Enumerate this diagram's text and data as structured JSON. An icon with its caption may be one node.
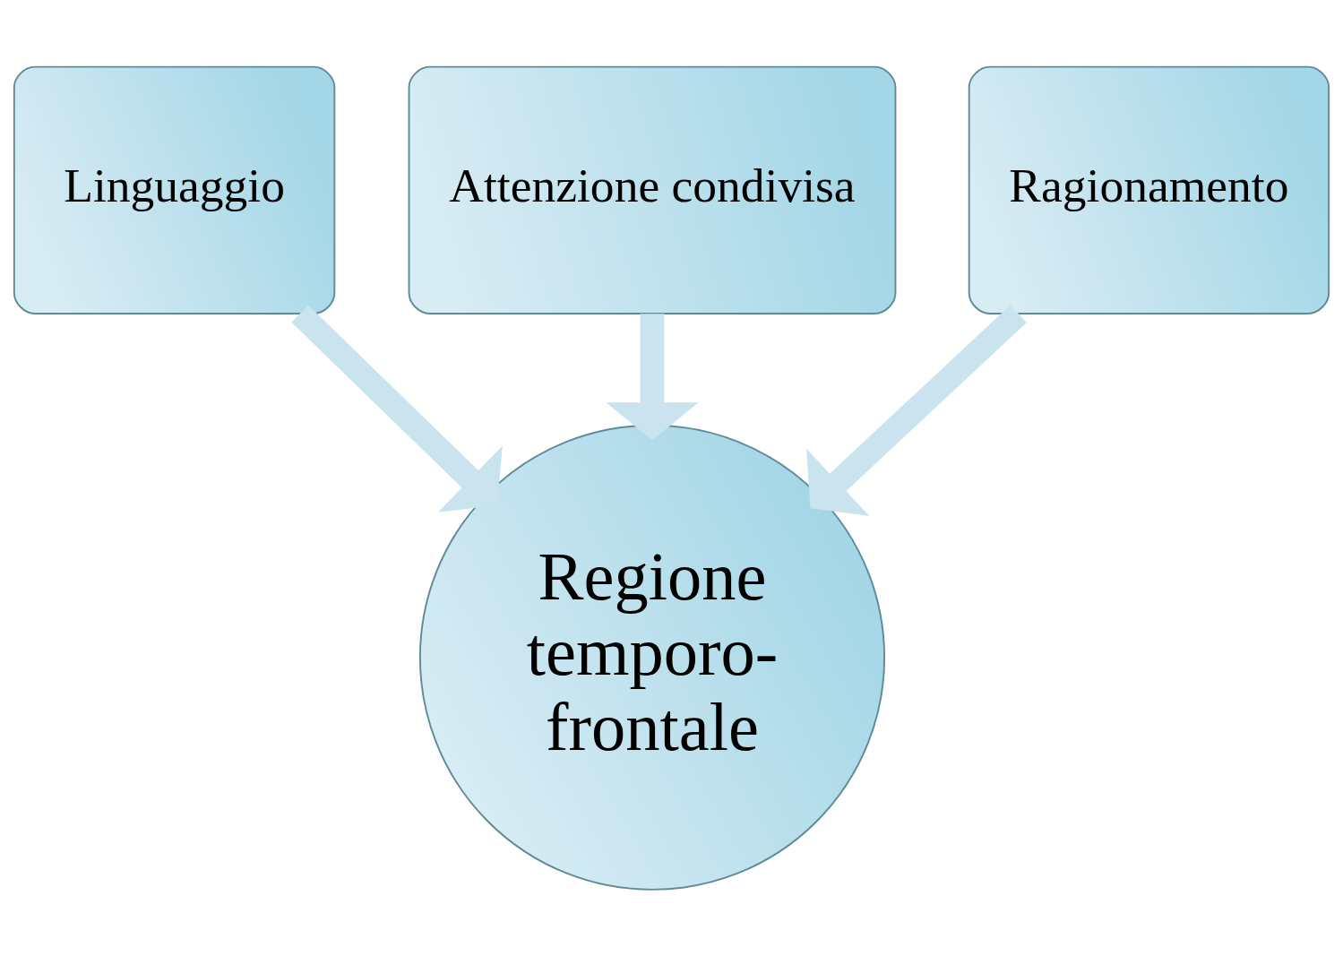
{
  "diagram": {
    "nodes": [
      {
        "text": [
          "Attenzione condivisa"
        ]
      },
      {
        "text": [
          "Linguaggio"
        ]
      },
      {
        "text": [
          "Ragionamento"
        ]
      },
      {
        "text": [
          "Regione temporo- frontale"
        ]
      }
    ],
    "edges": [
      {
        "from": 1,
        "to": 3,
        "arrow": "to"
      },
      {
        "from": 0,
        "to": 3,
        "arrow": "to"
      },
      {
        "from": 2,
        "to": 3,
        "arrow": "to"
      }
    ]
  }
}
